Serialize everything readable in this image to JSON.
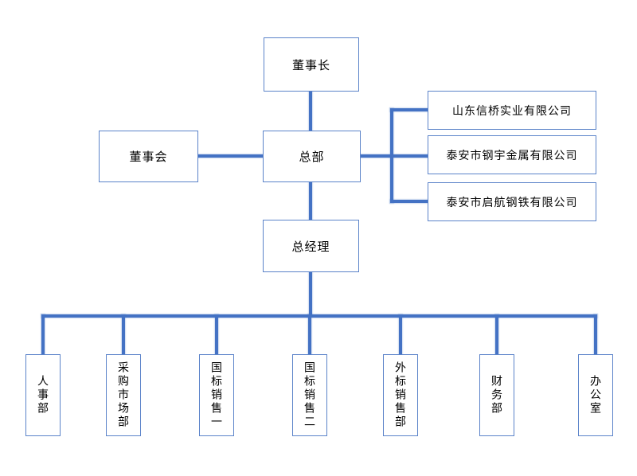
{
  "org_chart": {
    "nodes": {
      "chairman": "董事长",
      "board": "董事会",
      "headquarters": "总部",
      "general_manager": "总经理"
    },
    "subsidiaries": [
      "山东信桥实业有限公司",
      "泰安市钢宇金属有限公司",
      "泰安市启航钢铁有限公司"
    ],
    "departments": [
      "人事部",
      "采购市场部",
      "国标销售一",
      "国标销售二",
      "外标销售部",
      "财务部",
      "办公室"
    ],
    "colors": {
      "connector": "#4472C4",
      "box_border": "#5B83C9",
      "text": "#000000",
      "background": "#FFFFFF"
    }
  }
}
